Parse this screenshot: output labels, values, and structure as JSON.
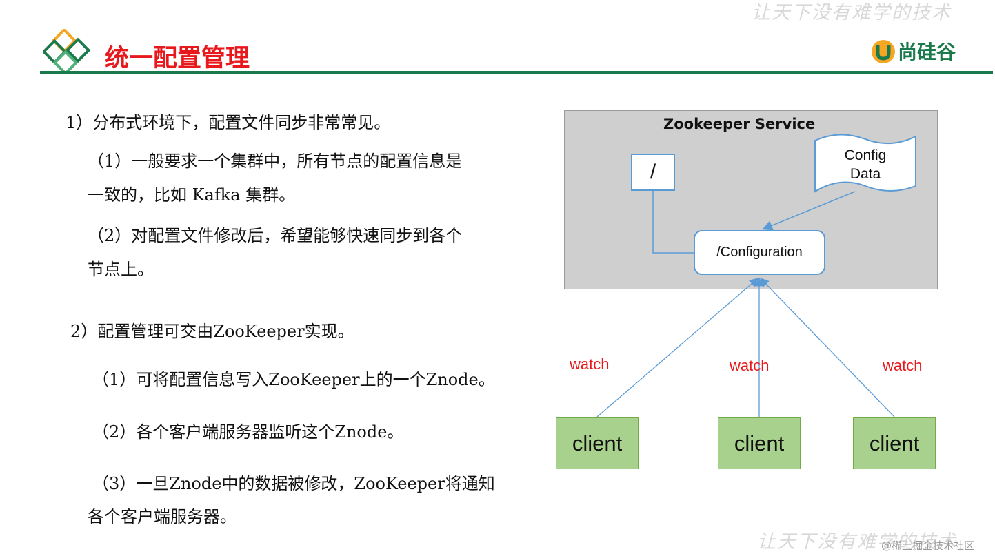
{
  "header": {
    "title": "统一配置管理",
    "brand": "尚硅谷",
    "slogan": "让天下没有难学的技术"
  },
  "content": {
    "p1": "1）分布式环境下，配置文件同步非常常见。",
    "p1_1_line1": "（1）一般要求一个集群中，所有节点的配置信息是",
    "p1_1_line2": "一致的，比如 Kafka 集群。",
    "p1_2_line1": "（2）对配置文件修改后，希望能够快速同步到各个",
    "p1_2_line2": "节点上。",
    "p2": "2）配置管理可交由ZooKeeper实现。",
    "p2_1": "（1）可将配置信息写入ZooKeeper上的一个Znode。",
    "p2_2": "（2）各个客户端服务器监听这个Znode。",
    "p2_3_line1": "（3）一旦Znode中的数据被修改，ZooKeeper将通知",
    "p2_3_line2": "各个客户端服务器。"
  },
  "diagram": {
    "service_title": "Zookeeper Service",
    "root_node": "/",
    "config_node": "/Configuration",
    "config_data_line1": "Config",
    "config_data_line2": "Data",
    "clients": [
      "client",
      "client",
      "client"
    ],
    "watch_labels": [
      "watch",
      "watch",
      "watch"
    ],
    "colors": {
      "node_border": "#5b9bd5",
      "client_fill": "#a9d18e",
      "watch_text": "#e8191c",
      "service_fill": "#cfcfcf"
    }
  },
  "footer": {
    "credit": "@稀土掘金技术社区"
  }
}
